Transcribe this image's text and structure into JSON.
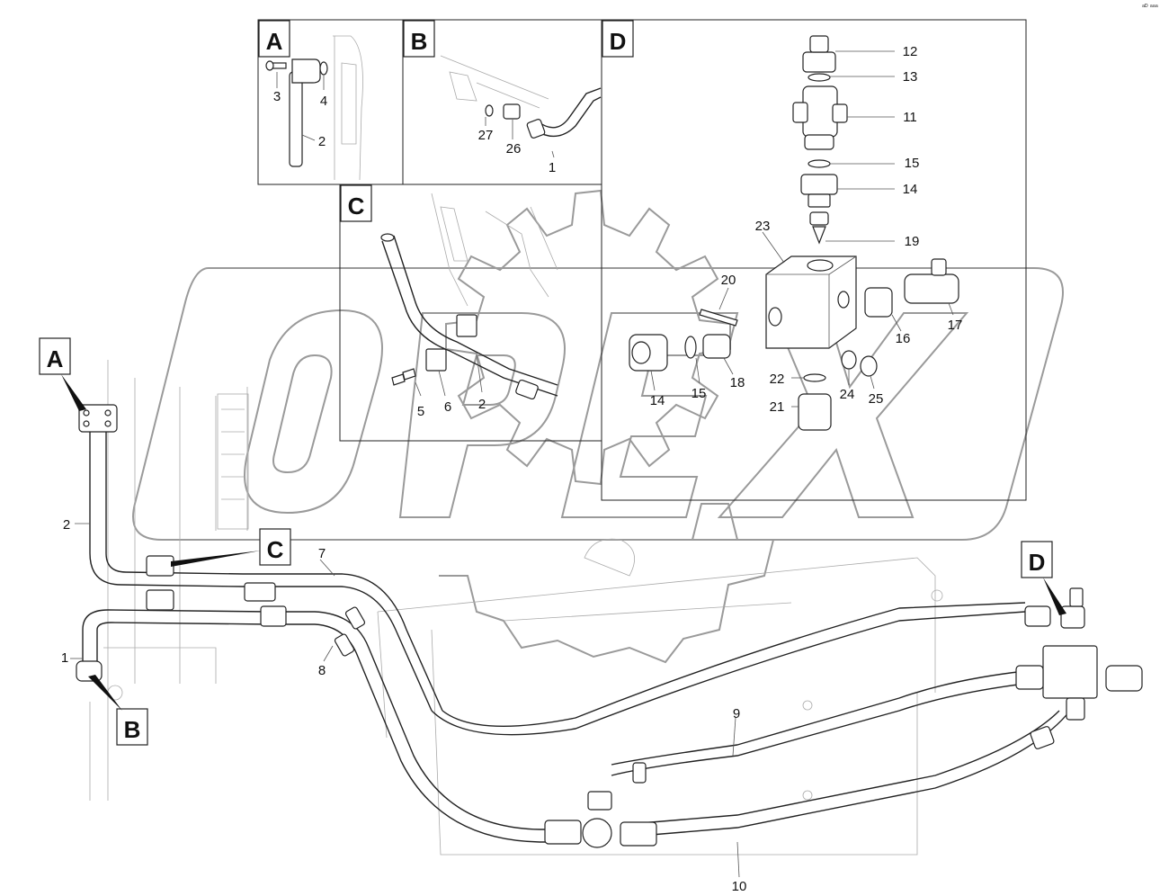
{
  "corner_mark": "ᵃᴰ ᵃᵃᵃ",
  "watermark": {
    "text": "OPEX",
    "color": "#9a9a9a"
  },
  "detail_boxes": [
    {
      "id": "A",
      "letter": "A"
    },
    {
      "id": "B",
      "letter": "B"
    },
    {
      "id": "C",
      "letter": "C"
    },
    {
      "id": "D",
      "letter": "D"
    }
  ],
  "main_view_flags": [
    {
      "letter": "A"
    },
    {
      "letter": "B"
    },
    {
      "letter": "C"
    },
    {
      "letter": "D"
    }
  ],
  "callouts": {
    "detail_a": [
      "3",
      "4",
      "2"
    ],
    "detail_b": [
      "27",
      "26",
      "1"
    ],
    "detail_c": [
      "5",
      "6",
      "2"
    ],
    "detail_d": [
      "12",
      "13",
      "11",
      "15",
      "14",
      "19",
      "23",
      "20",
      "16",
      "17",
      "14",
      "15",
      "18",
      "22",
      "24",
      "25",
      "21"
    ],
    "main": [
      "2",
      "7",
      "1",
      "8",
      "9",
      "10"
    ]
  }
}
